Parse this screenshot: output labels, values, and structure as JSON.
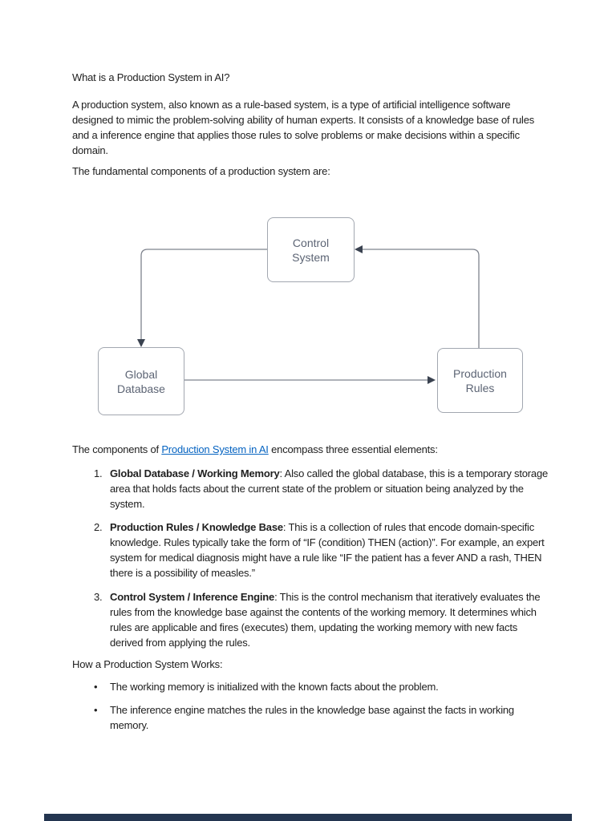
{
  "document": {
    "heading1": "What is a Production System in AI?",
    "para1": "A production system, also known as a rule-based system, is a type of artificial intelligence software designed to mimic the problem-solving ability of human experts. It consists of a knowledge base of rules and a inference engine that applies those rules to solve problems or make decisions within a specific domain.",
    "para2": "The fundamental components of a production system are:",
    "components_intro": {
      "prefix": "The components of ",
      "link": "Production System in AI",
      "suffix": " encompass three essential elements:"
    },
    "numbered_list": [
      {
        "num": "1.",
        "bold": "Global Database / Working Memory",
        "text": ": Also called the global database, this is a temporary storage area that holds facts about the current state of the problem or situation being analyzed by the system."
      },
      {
        "num": "2.",
        "bold": "Production Rules / Knowledge Base",
        "text": ": This is a collection of rules that encode domain-specific knowledge. Rules typically take the form of “IF (condition) THEN (action)”. For example, an expert system for medical diagnosis might have a rule like “IF the patient has a fever AND a rash, THEN there is a possibility of measles.”"
      },
      {
        "num": "3.",
        "bold": "Control System / Inference Engine",
        "text": ": This is the control mechanism that iteratively evaluates the rules from the knowledge base against the contents of the working memory. It determines which rules are applicable and fires (executes) them, updating the working memory with new facts derived from applying the rules."
      }
    ],
    "heading2": "How a Production System Works:",
    "bullet_char": "•",
    "bullets": [
      "The working memory is initialized with the known facts about the problem.",
      "The inference engine matches the rules in the knowledge base against the facts in working memory."
    ]
  },
  "diagram": {
    "nodes": [
      {
        "id": "control-system",
        "line1": "Control",
        "line2": "System"
      },
      {
        "id": "global-database",
        "line1": "Global",
        "line2": "Database"
      },
      {
        "id": "production-rules",
        "line1": "Production",
        "line2": "Rules"
      }
    ],
    "edges": [
      {
        "from": "control-system",
        "to": "global-database",
        "shape": "left-then-down"
      },
      {
        "from": "global-database",
        "to": "production-rules",
        "shape": "straight-right"
      },
      {
        "from": "production-rules",
        "to": "control-system",
        "shape": "up-then-left"
      }
    ],
    "colors": {
      "box_border": "#a2a7b0",
      "box_text": "#5c6474",
      "line": "#7e838d",
      "arrowhead": "#3a4250"
    }
  },
  "link_color": "#0563c1",
  "footer_bar_color": "#233550"
}
